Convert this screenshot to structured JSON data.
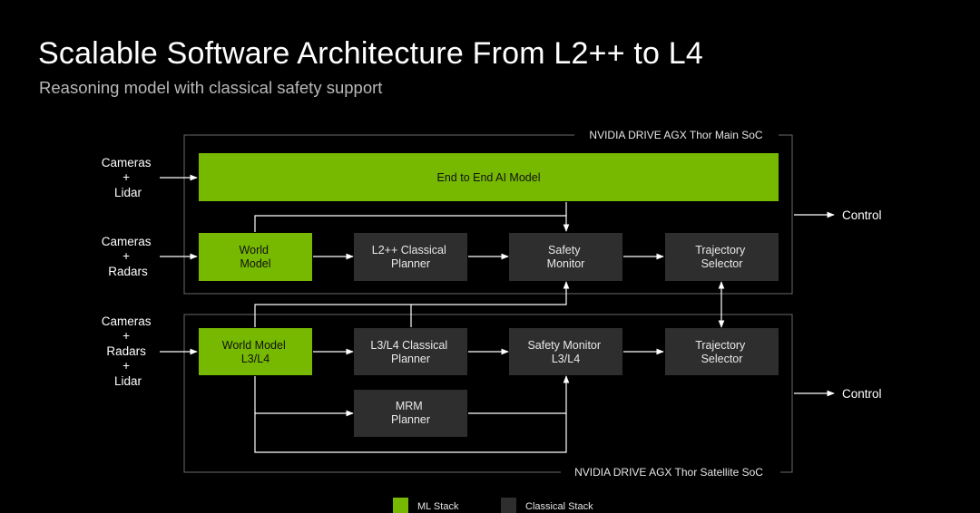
{
  "title": "Scalable Software Architecture From L2++ to L4",
  "subtitle": "Reasoning model with classical safety support",
  "colors": {
    "background": "#000000",
    "ml": "#76b900",
    "classical": "#2e2e2e",
    "line": "#ffffff",
    "frame": "#6a6a6a"
  },
  "socs": {
    "main": "NVIDIA DRIVE AGX Thor Main SoC",
    "satellite": "NVIDIA DRIVE AGX Thor Satellite SoC"
  },
  "inputs": {
    "cameras_lidar": [
      "Cameras",
      "+",
      "Lidar"
    ],
    "cameras_radars": [
      "Cameras",
      "+",
      "Radars"
    ],
    "cameras_radars_lidar": [
      "Cameras",
      "+",
      "Radars",
      "+",
      "Lidar"
    ]
  },
  "boxes": {
    "end_to_end": [
      "End to End AI Model"
    ],
    "world_model": [
      "World",
      "Model"
    ],
    "l2_planner": [
      "L2++ Classical",
      "Planner"
    ],
    "safety_monitor": [
      "Safety",
      "Monitor"
    ],
    "trajectory_selector_main": [
      "Trajectory",
      "Selector"
    ],
    "world_model_l3l4": [
      "World Model",
      "L3/L4"
    ],
    "l3l4_planner": [
      "L3/L4 Classical",
      "Planner"
    ],
    "safety_monitor_l3l4": [
      "Safety Monitor",
      "L3/L4"
    ],
    "trajectory_selector_sat": [
      "Trajectory",
      "Selector"
    ],
    "mrm_planner": [
      "MRM",
      "Planner"
    ]
  },
  "outputs": {
    "control_main": "Control",
    "control_sat": "Control"
  },
  "legend": {
    "ml": "ML Stack",
    "classical": "Classical Stack"
  }
}
